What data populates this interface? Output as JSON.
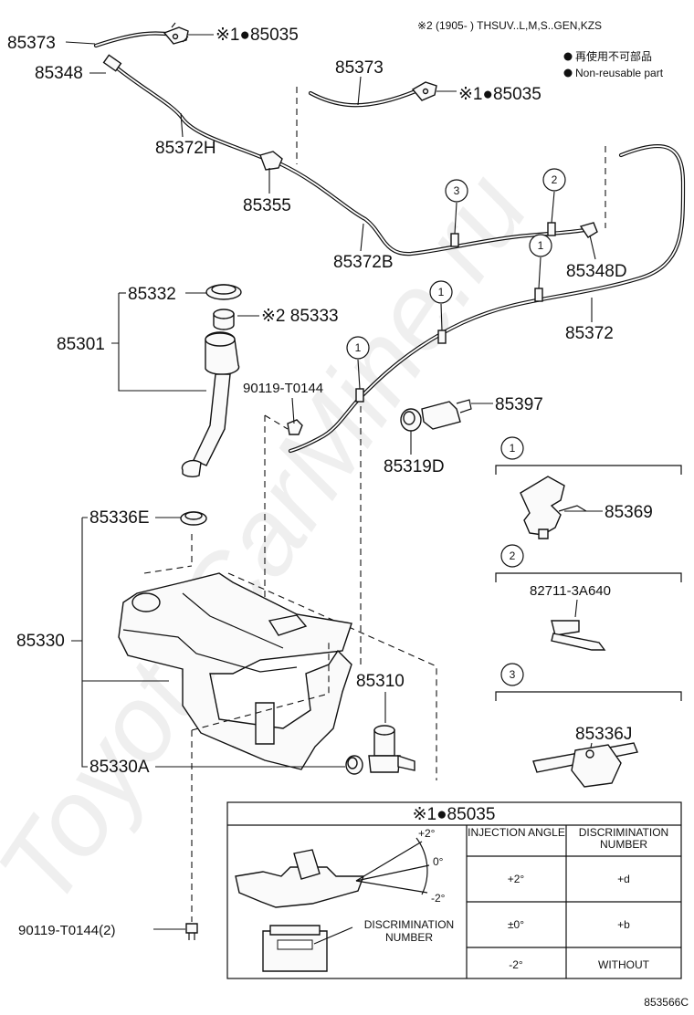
{
  "header": {
    "applicability_mark": "※2",
    "applicability_text": "(1905-    ) THSUV..L,M,S..GEN,KZS",
    "legend_line1": "再使用不可部品",
    "legend_line2": "Non-reusable part"
  },
  "parts": {
    "p85373_top": "85373",
    "p85035_top_mark": "※1●85035",
    "p85348": "85348",
    "p85373_mid": "85373",
    "p85035_mid_mark": "※1●85035",
    "p85372H": "85372H",
    "p85355": "85355",
    "p85372B": "85372B",
    "p85348D": "85348D",
    "p85372": "85372",
    "p85332": "85332",
    "p85333": "※2 85333",
    "p85301": "85301",
    "p90119_T0144": "90119-T0144",
    "p85397": "85397",
    "p85319D": "85319D",
    "p85336E": "85336E",
    "p85330": "85330",
    "p85310": "85310",
    "p85330A": "85330A",
    "p90119_T0144_2": "90119-T0144(2)"
  },
  "circle_markers": {
    "one": "1",
    "two": "2",
    "three": "3"
  },
  "detail_boxes": [
    {
      "marker": "1",
      "part": "85369"
    },
    {
      "marker": "2",
      "part": "82711-3A640"
    },
    {
      "marker": "3",
      "part": "85336J"
    }
  ],
  "table": {
    "title": "※1●85035",
    "col_injection": "INJECTION ANGLE",
    "col_discrimination": "DISCRIMINATION NUMBER",
    "rows": [
      {
        "angle": "+2°",
        "number": "+d"
      },
      {
        "angle": "±0°",
        "number": "+b"
      },
      {
        "angle": "-2°",
        "number": "WITHOUT"
      }
    ],
    "angle_plus": "+2°",
    "angle_zero": "0°",
    "angle_minus": "-2°",
    "discrimination_label": "DISCRIMINATION NUMBER"
  },
  "watermark": "ToyotaCarMine.ru",
  "figure_code": "853566C"
}
